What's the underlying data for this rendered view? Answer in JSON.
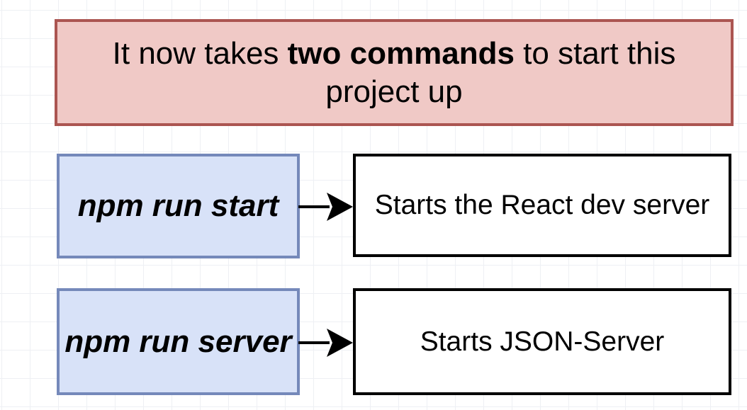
{
  "note": {
    "prefix": "It now takes ",
    "emphasis": "two commands",
    "suffix": " to start this project up"
  },
  "rows": [
    {
      "command": "npm run start",
      "description": "Starts the React dev server"
    },
    {
      "command": "npm run server",
      "description": "Starts JSON-Server"
    }
  ],
  "colors": {
    "canvas-bg": "#ffffff",
    "grid-line": "#eef0f4",
    "note-fill": "#f0c9c6",
    "note-border": "#ab5551",
    "command-fill": "#d8e2f8",
    "command-border": "#7589ba",
    "description-fill": "#ffffff",
    "description-border": "#000000",
    "arrow": "#000000",
    "text": "#000000"
  }
}
